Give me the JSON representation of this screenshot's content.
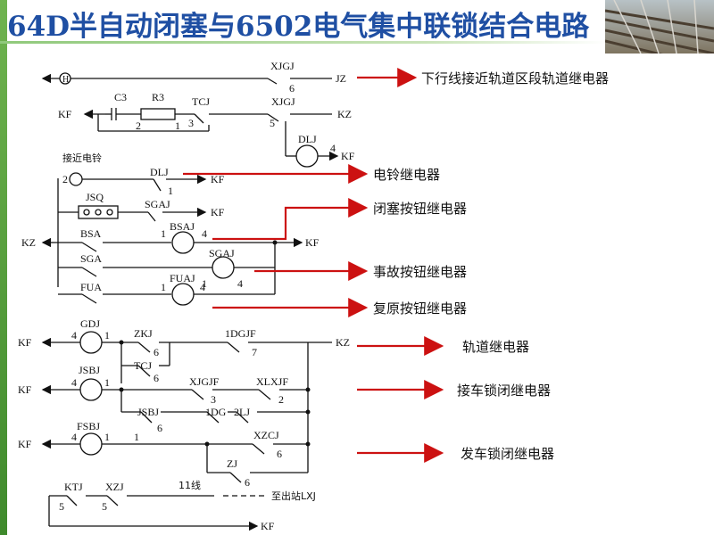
{
  "title": "64D半自动闭塞与6502电气集中联锁结合电路",
  "annotations": [
    "下行线接近轨道区段轨道继电器",
    "电铃继电器",
    "闭塞按钮继电器",
    "事故按钮继电器",
    "复原按钮继电器",
    "轨道继电器",
    "接车锁闭继电器",
    "发车锁闭继电器"
  ],
  "labels": {
    "H": "H",
    "XJGJ": "XJGJ",
    "JZ": "JZ",
    "C3": "C3",
    "R3": "R3",
    "TCJ": "TCJ",
    "KF": "KF",
    "KZ": "KZ",
    "DLJ": "DLJ",
    "bell": "接近电铃",
    "JSQ": "JSQ",
    "SGAJ": "SGAJ",
    "BSA": "BSA",
    "BSAJ": "BSAJ",
    "SGA": "SGA",
    "FUA": "FUA",
    "FUAJ": "FUAJ",
    "GDJ": "GDJ",
    "ZKJ": "ZKJ",
    "1DGJF": "1DGJF",
    "JSBJ": "JSBJ",
    "XJGJF": "XJGJF",
    "XLXJF": "XLXJF",
    "1DG": "1DG",
    "2LJ": "2LJ",
    "FSBJ": "FSBJ",
    "XZCJ": "XZCJ",
    "ZJ": "ZJ",
    "wire11": "11线",
    "LXJ": "至出站LXJ",
    "KTJ": "KTJ",
    "XZJ": "XZJ",
    "n1": "1",
    "n2": "2",
    "n3": "3",
    "n4": "4",
    "n5": "5",
    "n6": "6",
    "n7": "7"
  },
  "colors": {
    "title": "#1f4fa3",
    "arrow": "#cc1111",
    "line": "#111111"
  }
}
